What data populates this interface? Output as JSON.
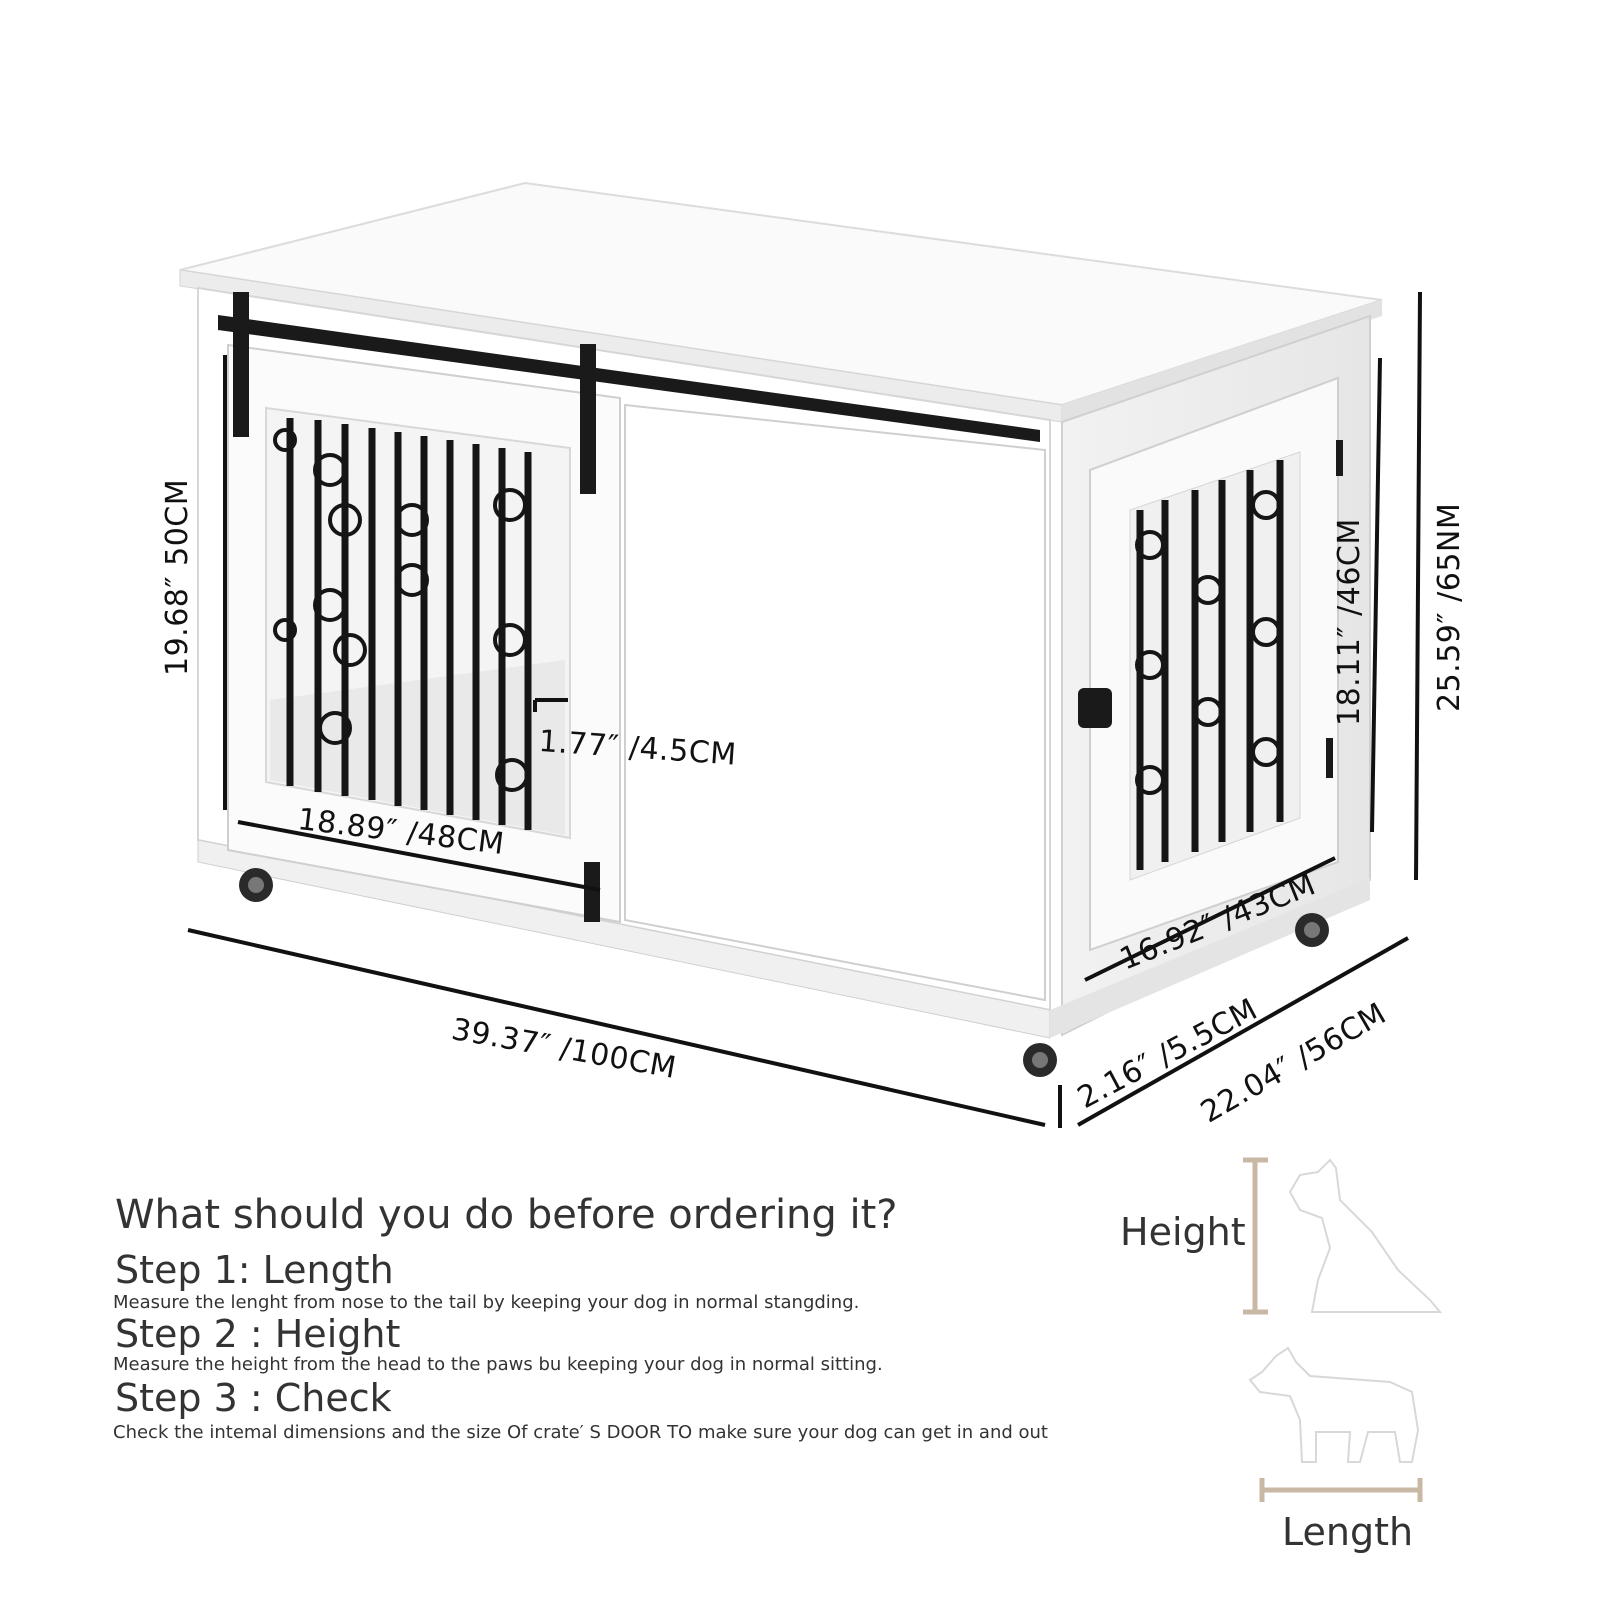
{
  "dimensions": {
    "inner_height": "19.68″  50CM",
    "door_gap": "1.77″  /4.5CM",
    "door_width": "18.89″  /48CM",
    "length": "39.37″  /100CM",
    "side_door_height": "18.11″  /46CM",
    "side_door_width": "16.92″  /43CM",
    "total_height": "25.59″  /65NM",
    "base_gap": "2.16″  /5.5CM",
    "depth": "22.04″  /56CM"
  },
  "guide": {
    "heading": "What should you do before ordering it?",
    "steps": [
      {
        "title": "Step 1: Length",
        "description": "Measure  the lenght from nose to the tail by keeping your dog in normal stangding."
      },
      {
        "title": "Step 2 : Height",
        "description": "Measure the height from the head to the paws bu keeping your dog in normal sitting."
      },
      {
        "title": "Step 3 : Check",
        "description": "Check the intemal dimensions and  the  size  Of crate′  S DOOR  TO    make sure your dog  can get  in and  out"
      }
    ]
  },
  "dog_diagram": {
    "height_label": "Height",
    "length_label": "Length"
  },
  "colors": {
    "cabinet": "#ffffff",
    "cabinet_edge": "#d9d9d9",
    "hardware": "#1a1a1a",
    "measure_bar": "#c9b8a6",
    "text": "#333333"
  }
}
